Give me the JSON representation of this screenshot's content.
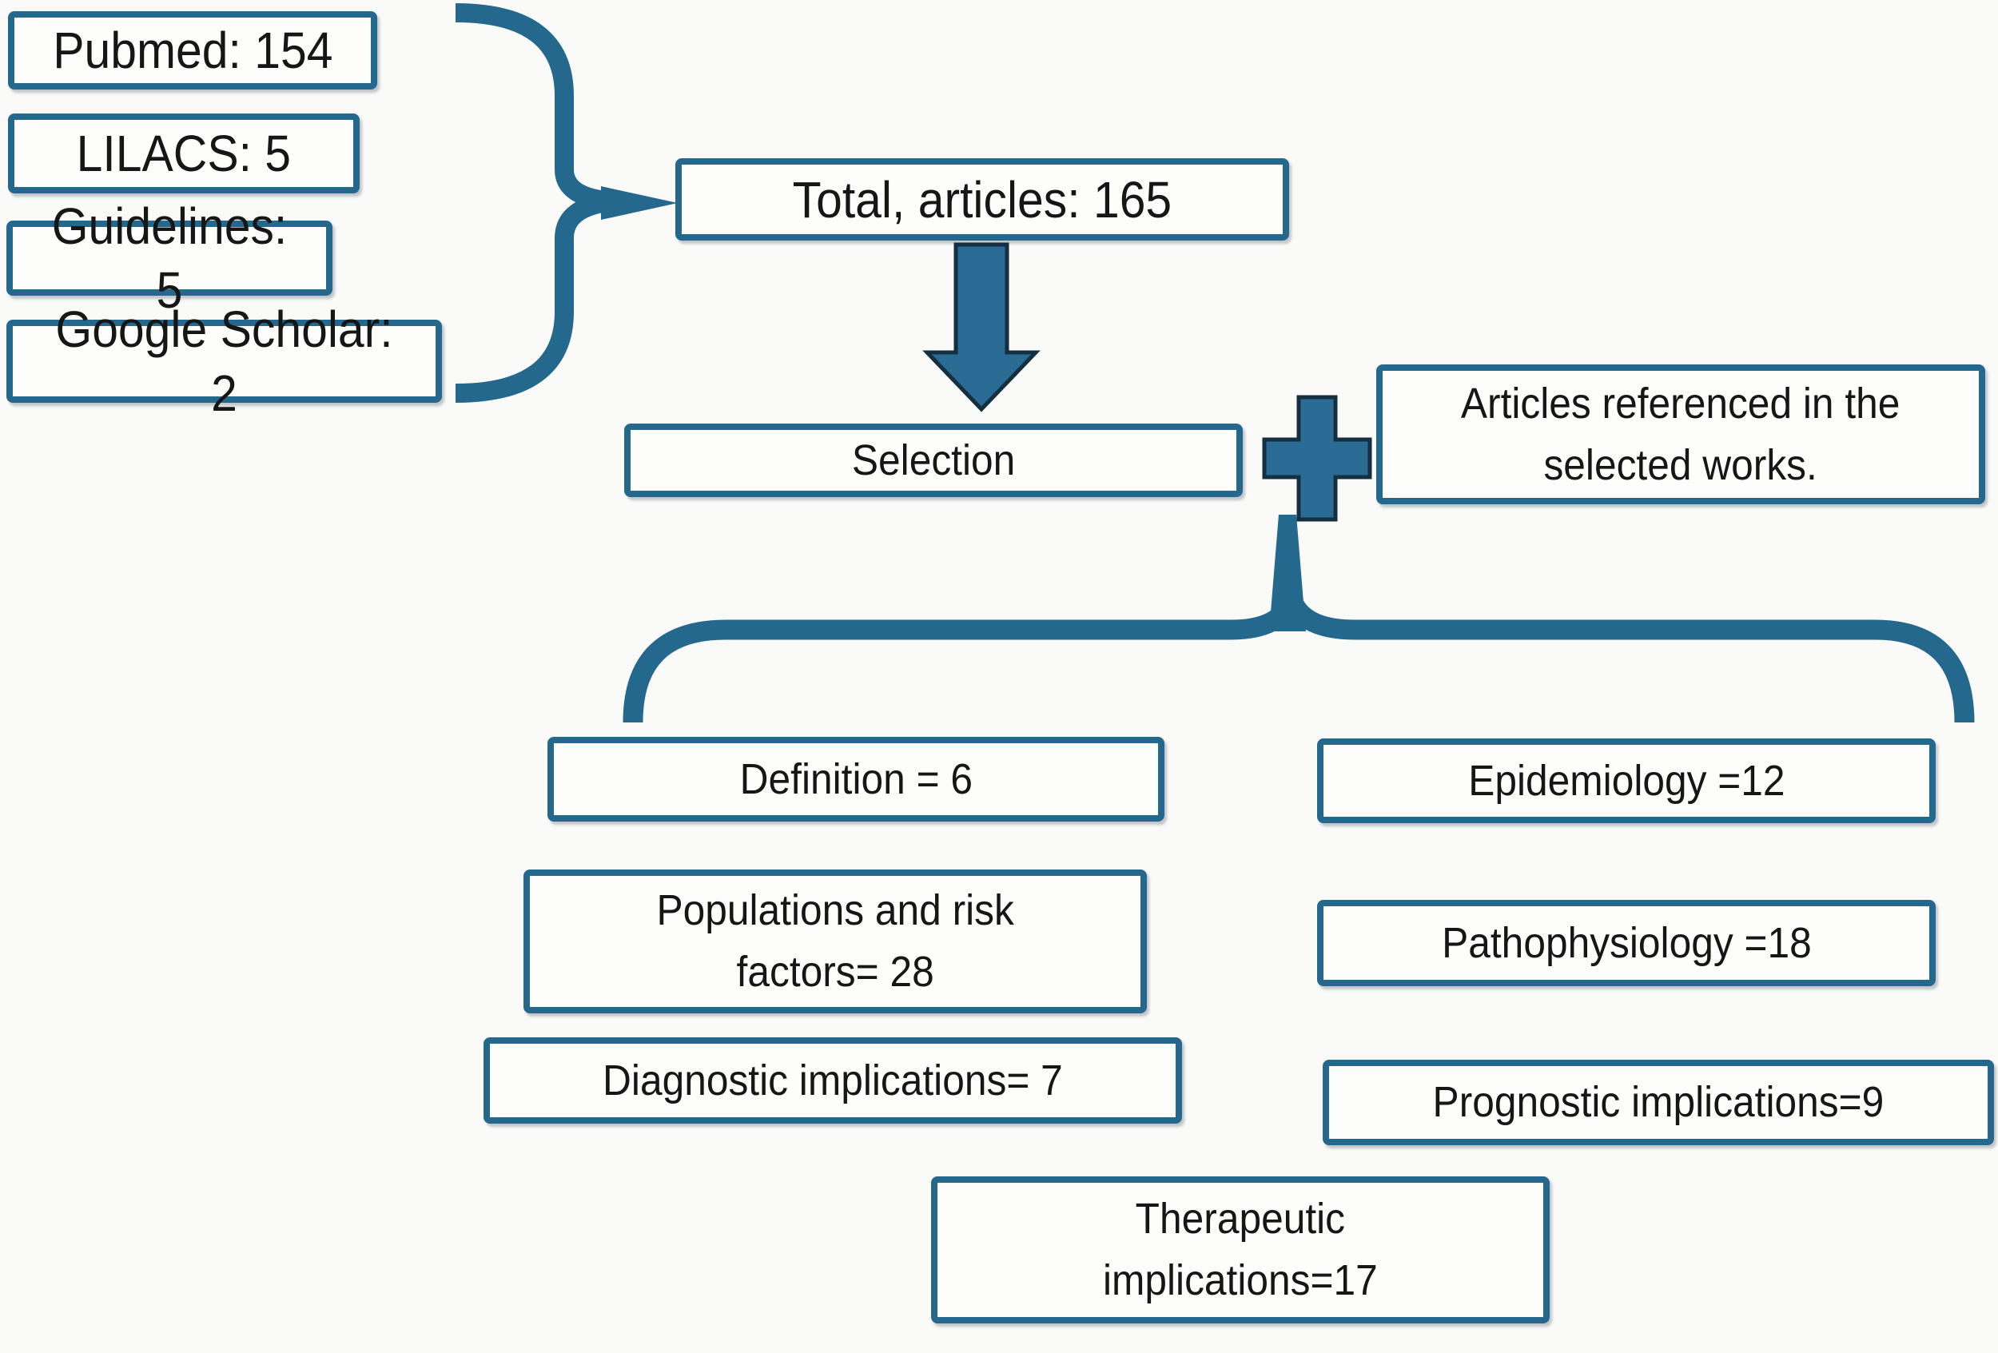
{
  "diagram": {
    "colors": {
      "accent": "#25688D",
      "shape_fill": "#2A6B93",
      "shape_outline": "#142F40",
      "box_fill": "#FDFDFC",
      "text": "#161616",
      "background": "#FAFAF8"
    },
    "sources": [
      {
        "label": "Pubmed: 154"
      },
      {
        "label": "LILACS: 5"
      },
      {
        "label": "Guidelines: 5"
      },
      {
        "label": "Google Scholar: 2"
      }
    ],
    "total_box": {
      "label": "Total, articles: 165"
    },
    "selection_box": {
      "label": "Selection"
    },
    "referenced_box": {
      "label": "Articles referenced in the\nselected works."
    },
    "categories": [
      {
        "label": "Definition = 6"
      },
      {
        "label": "Epidemiology =12"
      },
      {
        "label": "Populations and risk\nfactors= 28"
      },
      {
        "label": "Pathophysiology =18"
      },
      {
        "label": "Diagnostic implications= 7"
      },
      {
        "label": "Prognostic implications=9"
      },
      {
        "label": "Therapeutic\nimplications=17"
      }
    ],
    "icons": [
      {
        "name": "sources-brace-icon"
      },
      {
        "name": "down-arrow-icon"
      },
      {
        "name": "plus-icon"
      },
      {
        "name": "connector-stem"
      },
      {
        "name": "categories-brace-icon"
      }
    ]
  }
}
